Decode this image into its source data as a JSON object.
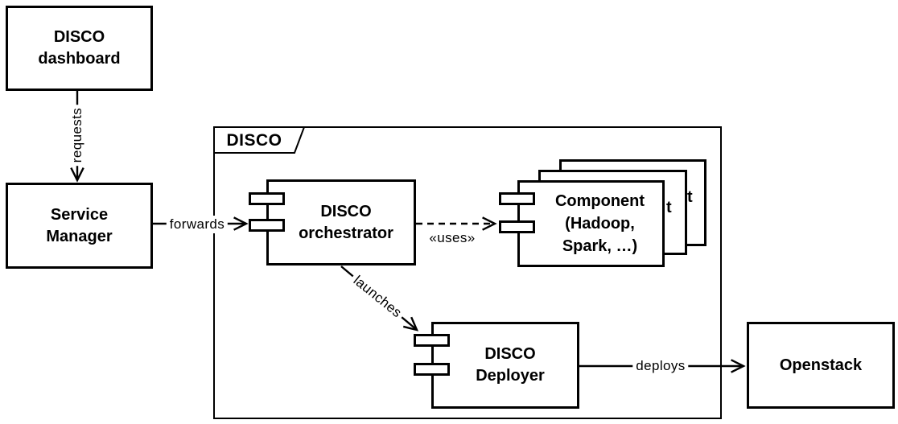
{
  "diagram": {
    "type": "uml-component-diagram",
    "package": {
      "label": "DISCO"
    },
    "nodes": {
      "dashboard": {
        "label": "DISCO\ndashboard"
      },
      "service_manager": {
        "label": "Service\nManager"
      },
      "orchestrator": {
        "label": "DISCO\norchestrator"
      },
      "component_stack": {
        "label": "Component\n(Hadoop,\nSpark, …)",
        "clipped_label": "t",
        "copies": 3
      },
      "deployer": {
        "label": "DISCO\nDeployer"
      },
      "openstack": {
        "label": "Openstack"
      }
    },
    "edges": {
      "requests": {
        "label": "requests",
        "from": "dashboard",
        "to": "service_manager",
        "style": "solid"
      },
      "forwards": {
        "label": "forwards",
        "from": "service_manager",
        "to": "orchestrator",
        "style": "solid"
      },
      "uses": {
        "label": "«uses»",
        "from": "orchestrator",
        "to": "component_stack",
        "style": "dashed"
      },
      "launches": {
        "label": "launches",
        "from": "orchestrator",
        "to": "deployer",
        "style": "solid"
      },
      "deploys": {
        "label": "deploys",
        "from": "deployer",
        "to": "openstack",
        "style": "solid"
      }
    },
    "colors": {
      "stroke": "#000000",
      "background": "#ffffff"
    }
  }
}
